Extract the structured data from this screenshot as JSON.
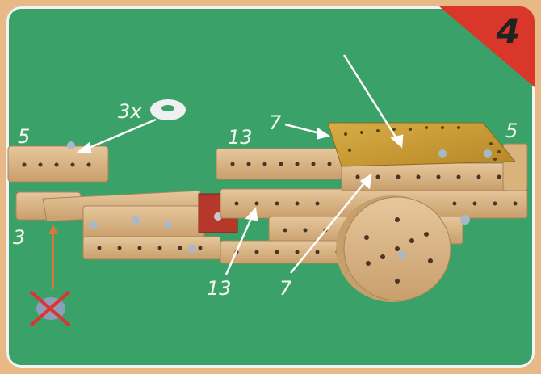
{
  "step": {
    "number": "4"
  },
  "labels": {
    "qty_washer": "3x",
    "left_top": "5",
    "left_bottom": "3",
    "mid_top_13": "13",
    "top_7": "7",
    "right_5": "5",
    "bottom_13": "13",
    "bottom_7": "7"
  },
  "icons": {
    "washer": "washer-icon",
    "no_screwdriver": "crossed-out-tool-icon"
  },
  "colors": {
    "background": "#3aa168",
    "border": "#e8b887",
    "corner_red": "#d8372a",
    "wood": "#dcb98b",
    "plate": "#cfa23a",
    "red_plate": "#b5382b"
  }
}
